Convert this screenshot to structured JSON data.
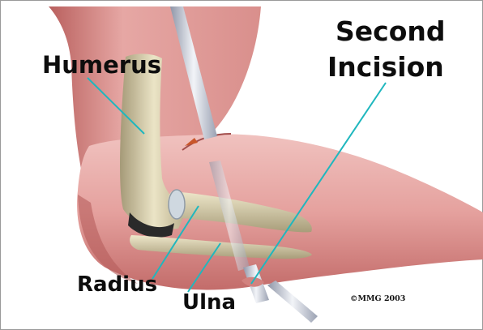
{
  "labels": {
    "humerus": "Humerus",
    "second_incision_line1": "Second",
    "second_incision_line2": "Incision",
    "radius": "Radius",
    "ulna": "Ulna"
  },
  "copyright": "©MMG 2003",
  "colors": {
    "skin": "#e5a3a0",
    "skin_shadow": "#c5706e",
    "bone": "#dbd2b0",
    "leader_line": "#1fb7be",
    "instrument": "#c8cdd8"
  }
}
